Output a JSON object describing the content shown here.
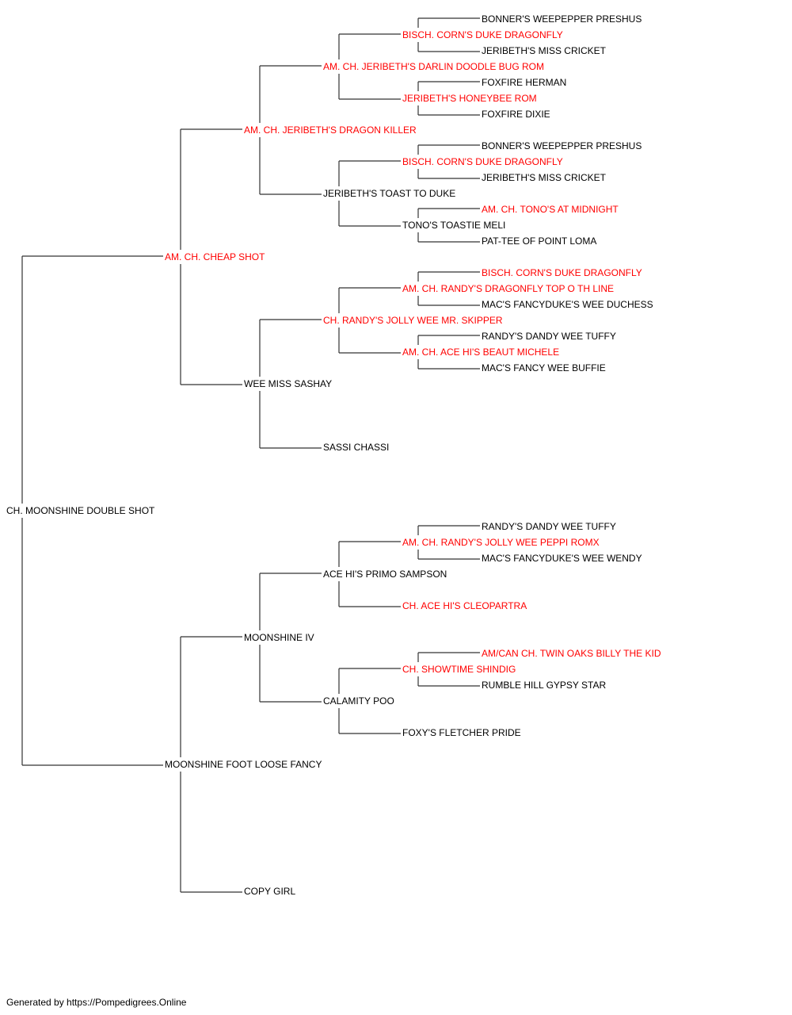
{
  "colors": {
    "champion": "#ff0000",
    "normal": "#000000",
    "line": "#333333"
  },
  "pedigree": {
    "subject": "CH. MOONSHINE DOUBLE SHOT",
    "dogs": [
      {
        "id": "s",
        "name": "CH. MOONSHINE DOUBLE SHOT",
        "ch": false
      },
      {
        "id": "s-s",
        "name": "AM. CH. CHEAP SHOT",
        "ch": true
      },
      {
        "id": "s-s-s",
        "name": "AM. CH. JERIBETH'S DRAGON KILLER",
        "ch": true
      },
      {
        "id": "s-s-s-s",
        "name": "AM. CH. JERIBETH'S DARLIN DOODLE BUG ROM",
        "ch": true
      },
      {
        "id": "s-s-s-s-s",
        "name": "BISCH. CORN'S DUKE DRAGONFLY",
        "ch": true
      },
      {
        "id": "s-s-s-s-s-s",
        "name": "BONNER'S WEEPEPPER PRESHUS",
        "ch": false
      },
      {
        "id": "s-s-s-s-s-d",
        "name": "JERIBETH'S MISS CRICKET",
        "ch": false
      },
      {
        "id": "s-s-s-s-d",
        "name": "JERIBETH'S HONEYBEE ROM",
        "ch": true
      },
      {
        "id": "s-s-s-s-d-s",
        "name": "FOXFIRE HERMAN",
        "ch": false
      },
      {
        "id": "s-s-s-s-d-d",
        "name": "FOXFIRE DIXIE",
        "ch": false
      },
      {
        "id": "s-s-s-d",
        "name": "JERIBETH'S TOAST TO DUKE",
        "ch": false
      },
      {
        "id": "s-s-s-d-s",
        "name": "BISCH. CORN'S DUKE DRAGONFLY",
        "ch": true
      },
      {
        "id": "s-s-s-d-s-s",
        "name": "BONNER'S WEEPEPPER PRESHUS",
        "ch": false
      },
      {
        "id": "s-s-s-d-s-d",
        "name": "JERIBETH'S MISS CRICKET",
        "ch": false
      },
      {
        "id": "s-s-s-d-d",
        "name": "TONO'S TOASTIE MELI",
        "ch": false
      },
      {
        "id": "s-s-s-d-d-s",
        "name": "AM. CH. TONO'S AT MIDNIGHT",
        "ch": true
      },
      {
        "id": "s-s-s-d-d-d",
        "name": "PAT-TEE OF POINT LOMA",
        "ch": false
      },
      {
        "id": "s-s-d",
        "name": "WEE MISS SASHAY",
        "ch": false
      },
      {
        "id": "s-s-d-s",
        "name": "CH. RANDY'S JOLLY WEE MR. SKIPPER",
        "ch": true
      },
      {
        "id": "s-s-d-s-s",
        "name": "AM. CH. RANDY'S DRAGONFLY TOP O TH LINE",
        "ch": true
      },
      {
        "id": "s-s-d-s-s-s",
        "name": "BISCH. CORN'S DUKE DRAGONFLY",
        "ch": true
      },
      {
        "id": "s-s-d-s-s-d",
        "name": "MAC'S FANCYDUKE'S WEE DUCHESS",
        "ch": false
      },
      {
        "id": "s-s-d-s-d",
        "name": "AM. CH. ACE HI'S BEAUT MICHELE",
        "ch": true
      },
      {
        "id": "s-s-d-s-d-s",
        "name": "RANDY'S DANDY WEE TUFFY",
        "ch": false
      },
      {
        "id": "s-s-d-s-d-d",
        "name": "MAC'S FANCY WEE BUFFIE",
        "ch": false
      },
      {
        "id": "s-s-d-d",
        "name": "SASSI CHASSI",
        "ch": false
      },
      {
        "id": "s-d",
        "name": "MOONSHINE FOOT LOOSE FANCY",
        "ch": false
      },
      {
        "id": "s-d-s",
        "name": "MOONSHINE IV",
        "ch": false
      },
      {
        "id": "s-d-s-s",
        "name": "ACE HI'S PRIMO SAMPSON",
        "ch": false
      },
      {
        "id": "s-d-s-s-s",
        "name": "AM. CH. RANDY'S JOLLY WEE PEPPI ROMX",
        "ch": true
      },
      {
        "id": "s-d-s-s-s-s",
        "name": "RANDY'S DANDY WEE TUFFY",
        "ch": false
      },
      {
        "id": "s-d-s-s-s-d",
        "name": "MAC'S FANCYDUKE'S WEE WENDY",
        "ch": false
      },
      {
        "id": "s-d-s-s-d",
        "name": "CH. ACE HI'S CLEOPARTRA",
        "ch": true
      },
      {
        "id": "s-d-s-d",
        "name": "CALAMITY POO",
        "ch": false
      },
      {
        "id": "s-d-s-d-s",
        "name": "CH. SHOWTIME SHINDIG",
        "ch": true
      },
      {
        "id": "s-d-s-d-s-s",
        "name": "AM/CAN CH. TWIN OAKS BILLY THE KID",
        "ch": true
      },
      {
        "id": "s-d-s-d-s-d",
        "name": "RUMBLE HILL GYPSY STAR",
        "ch": false
      },
      {
        "id": "s-d-s-d-d",
        "name": "FOXY'S FLETCHER PRIDE",
        "ch": false
      },
      {
        "id": "s-d-d",
        "name": "COPY GIRL",
        "ch": false
      }
    ]
  },
  "footer": "Generated by https://Pompedigrees.Online"
}
